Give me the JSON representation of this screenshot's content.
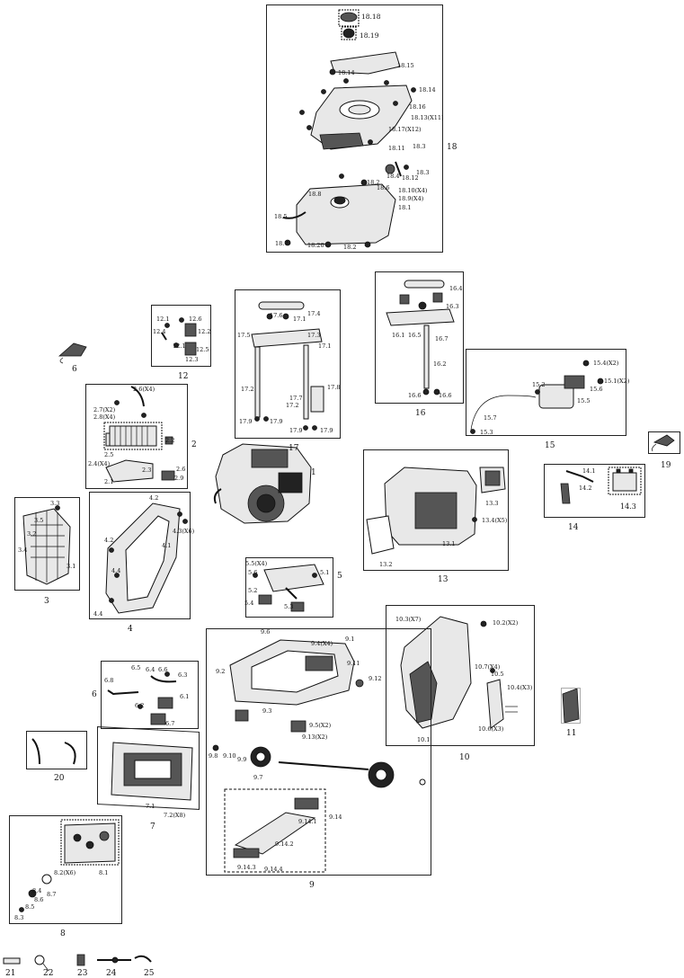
{
  "groups": {
    "g1": "1",
    "g2": "2",
    "g3": "3",
    "g4": "4",
    "g5": "5",
    "g6": "6",
    "g7": "7",
    "g8": "8",
    "g9": "9",
    "g10": "10",
    "g11": "11",
    "g12": "12",
    "g13": "13",
    "g14": "14",
    "g15": "15",
    "g16": "16",
    "g17": "17",
    "g18": "18",
    "g19": "19",
    "g20": "20",
    "g21": "21",
    "g22": "22",
    "g23": "23",
    "g24": "24",
    "g25": "25"
  },
  "callouts": {
    "c18_18": "18.18",
    "c18_19": "18.19",
    "c18_15": "18.15",
    "c18_14a": "18.14",
    "c18_14b": "18.14",
    "c18_16": "18.16",
    "c18_13": "18.13(X11)",
    "c18_17": "18.17(X12)",
    "c18_11": "18.11",
    "c18_3a": "18.3",
    "c18_4": "18.4",
    "c18_12": "18.12",
    "c18_3b": "18.3",
    "c18_2": "18.2",
    "c18_6": "18.6",
    "c18_8": "18.8",
    "c18_10": "18.10(X4)",
    "c18_9": "18.9(X4)",
    "c18_1": "18.1",
    "c18_5": "18.5",
    "c18_7": "18.7",
    "c18_20": "18.20",
    "c18_21": "18.2",
    "c16_4": "16.4",
    "c16_3": "16.3",
    "c16_1": "16.1",
    "c16_5": "16.5",
    "c16_7": "16.7",
    "c16_2": "16.2",
    "c16_6a": "16.6",
    "c16_6b": "16.6",
    "c17_4": "17.4",
    "c17_6": "17.6",
    "c17_1a": "17.1",
    "c17_5": "17.5",
    "c17_3": "17.3",
    "c17_1b": "17.1",
    "c17_2a": "17.2",
    "c17_8": "17.8",
    "c17_7": "17.7",
    "c17_2b": "17.2",
    "c17_9a": "17.9",
    "c17_9b": "17.9",
    "c17_9c": "17.9",
    "c17_9d": "17.9",
    "c12_1": "12.1",
    "c12_6": "12.6",
    "c12_2": "12.2",
    "c12_4": "12.4",
    "c12_1b": "12.1",
    "c12_5": "12.5",
    "c12_3": "12.3",
    "c15_4": "15.4(X2)",
    "c15_6": "15.6",
    "c15_1": "15.1(X2)",
    "c15_2": "15.2",
    "c15_5": "15.5",
    "c15_7": "15.7",
    "c15_3": "15.3",
    "c2_6": "2.6(X4)",
    "c2_7": "2.7(X2)",
    "c2_8": "2.8(X4)",
    "c2_3": "2.3",
    "c2_5": "2.5",
    "c2_4": "2.4(X4)",
    "c2_1": "2.1",
    "c2_2": "2.2",
    "c2_9": "2.9",
    "c2_6b": "2.6",
    "c13_3": "13.3",
    "c13_4": "13.4(X5)",
    "c13_1": "13.1",
    "c13_2": "13.2",
    "c14_1": "14.1",
    "c14_2": "14.2",
    "c14_3": "14.3",
    "c3_3": "3.3",
    "c3_5": "3.5",
    "c3_2": "3.2",
    "c3_4": "3.4",
    "c3_1": "3.1",
    "c4_2": "4.2",
    "c4_3": "4.3(X6)",
    "c4_1": "4.1",
    "c4_2b": "4.2",
    "c4_4": "4.4",
    "c4_4b": "4.4",
    "c5_5": "5.5(X4)",
    "c5_6": "5.6",
    "c5_4": "5.4",
    "c5_1": "5.1",
    "c5_2": "5.2",
    "c5_3": "5.3",
    "c10_3": "10.3(X7)",
    "c10_2": "10.2(X2)",
    "c10_7": "10.7(X4)",
    "c10_5": "10.5",
    "c10_4": "10.4(X3)",
    "c10_6": "10.6(X3)",
    "c10_1": "10.1",
    "c6_8": "6.8",
    "c6_5": "6.5",
    "c6_4": "6.4",
    "c6_6": "6.6",
    "c6_3": "6.3",
    "c6_1": "6.1",
    "c6_2": "6.2",
    "c6_7": "6.7",
    "c9_6": "9.6",
    "c9_4": "9.4(X4)",
    "c9_1": "9.1",
    "c9_11": "9.11",
    "c9_12": "9.12",
    "c9_2": "9.2",
    "c9_3": "9.3",
    "c9_5": "9.5(X2)",
    "c9_13": "9.13(X2)",
    "c9_8": "9.8",
    "c9_10": "9.10",
    "c9_9": "9.9",
    "c9_7": "9.7",
    "c9_14": "9.14",
    "c9_14_1": "9.14.1",
    "c9_14_2": "9.14.2",
    "c9_14_3": "9.14.3",
    "c9_14_4": "9.14.4",
    "c7_1": "7.1",
    "c7_2": "7.2(X8)",
    "c8_1": "8.1",
    "c8_2": "8.2(X6)",
    "c8_4": "8.4",
    "c8_5": "8.5",
    "c8_6": "8.6",
    "c8_7": "8.7",
    "c8_3": "8.3"
  }
}
